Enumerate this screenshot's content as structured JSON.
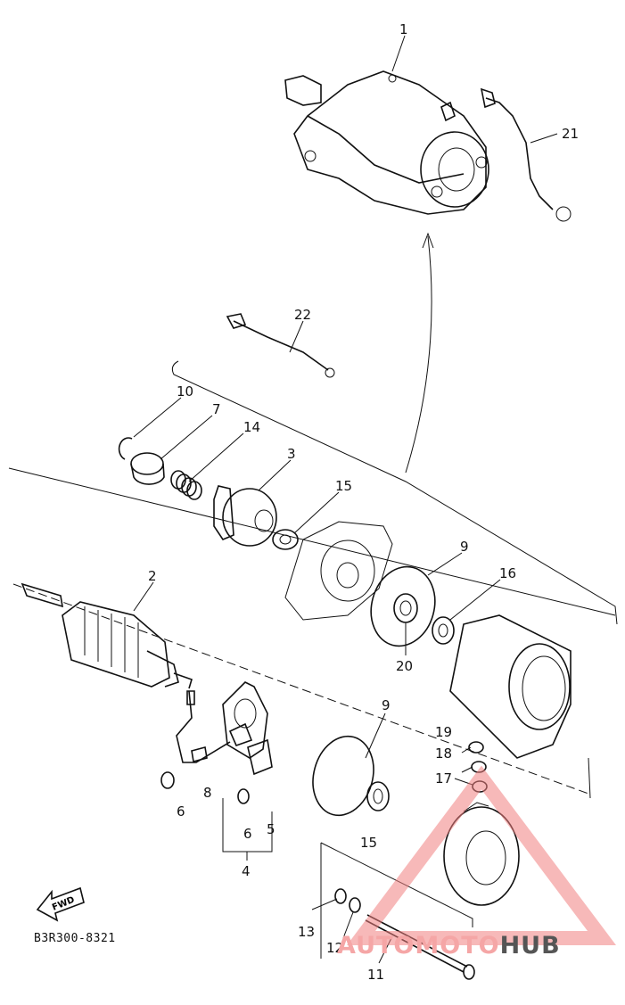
{
  "diagram": {
    "part_numbers": [
      "1",
      "2",
      "3",
      "4",
      "5",
      "6",
      "6",
      "6",
      "7",
      "8",
      "9",
      "9",
      "10",
      "11",
      "12",
      "13",
      "14",
      "15",
      "15",
      "16",
      "17",
      "18",
      "19",
      "20",
      "21",
      "22"
    ],
    "code": "B3R300-8321",
    "fwd_label": "FWD"
  },
  "watermark": {
    "auto": "AUTO",
    "moto": "MOTO",
    "hub": "HUB",
    "colors": {
      "triangle": "#f08080",
      "text_light": "#f5a6a6",
      "text_dark": "#555555"
    }
  }
}
